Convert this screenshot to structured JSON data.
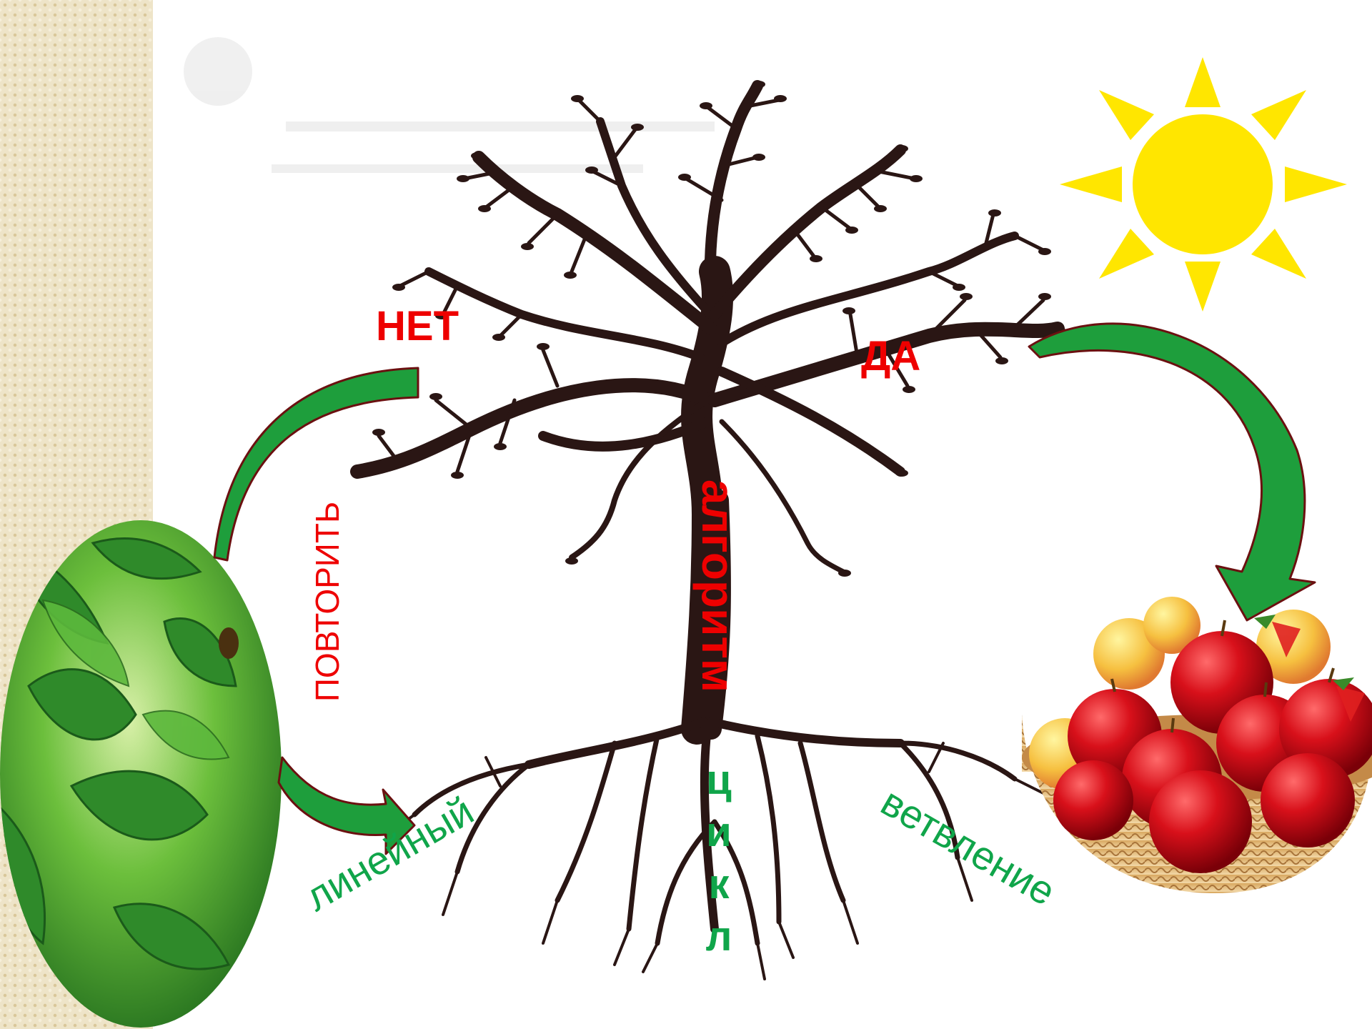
{
  "labels": {
    "no": "НЕТ",
    "yes": "ДА",
    "algorithm": "алгоритм",
    "repeat": "ПОВТОРИТЬ",
    "linear": "линейный",
    "cycle": [
      "ц",
      "и",
      "к",
      "л"
    ],
    "branching": "ветвление"
  },
  "colors": {
    "keyword_red": "#ee0000",
    "type_green": "#10a54a",
    "arrow_green": "#1e9e3c",
    "arrow_outline": "#6b1010",
    "sun_yellow": "#ffe600",
    "tree": "#2a1614"
  },
  "icons": {
    "sun": "sun-icon",
    "tree": "tree-icon",
    "leaves": "leaves-photo",
    "fruit_basket": "apple-basket-photo"
  }
}
